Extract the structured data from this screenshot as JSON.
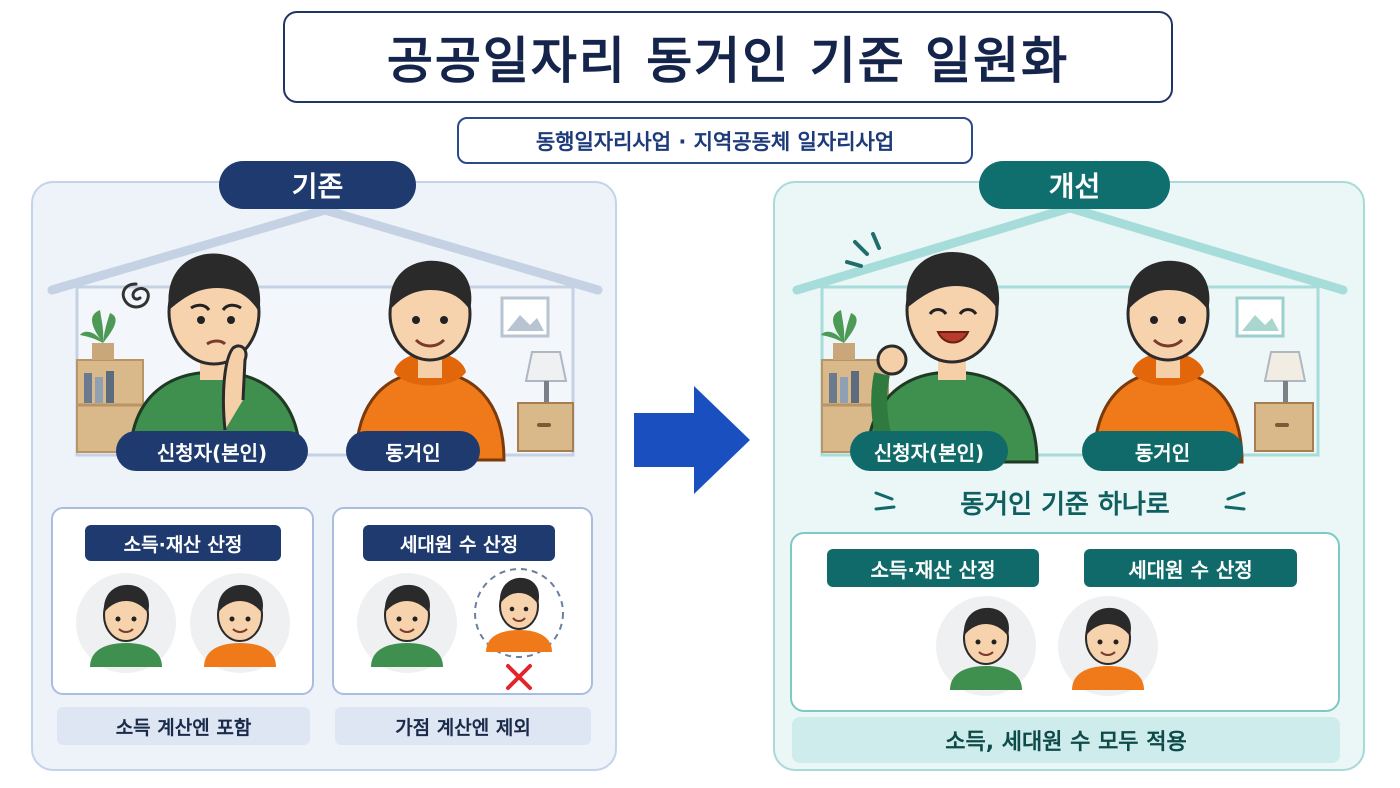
{
  "title": "공공일자리 동거인 기준 일원화",
  "subtitle": "동행일자리사업 · 지역공동체 일자리사업",
  "left": {
    "heading": "기존",
    "applicant_label": "신청자(본인)",
    "cohabitant_label": "동거인",
    "income_tag": "소득·재산 산정",
    "household_tag": "세대원 수 산정",
    "income_note": "소득 계산엔 포함",
    "household_note": "가점 계산엔 제외"
  },
  "right": {
    "heading": "개선",
    "applicant_label": "신청자(본인)",
    "cohabitant_label": "동거인",
    "unified_label": "동거인 기준 하나로",
    "income_tag": "소득·재산 산정",
    "household_tag": "세대원 수 산정",
    "note": "소득, 세대원 수 모두 적용"
  },
  "colors": {
    "navy": "#1f3a6e",
    "teal": "#106a6a",
    "arrow": "#1a4fbf",
    "green_shirt": "#3f8f4e",
    "orange_hoodie": "#f07a1a",
    "exclude_mark": "#e0262b"
  }
}
